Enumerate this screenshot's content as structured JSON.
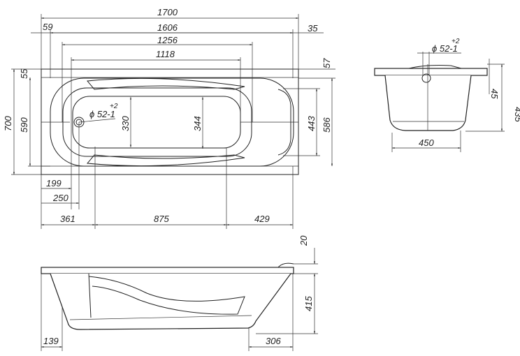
{
  "title": "Bathtub technical drawing 1700x700",
  "top_view": {
    "dims": {
      "length": "1700",
      "inner_length": "1606",
      "left_offset": "59",
      "right_offset": "35",
      "bowl_length": "1256",
      "bottom_length": "1118",
      "width": "700",
      "inner_width": "590",
      "top_rim": "55",
      "right_rim": "57",
      "bottom_width_left": "330",
      "bottom_width_right": "344",
      "headrest_width": "443",
      "right_inner_width": "586",
      "drain_x1": "199",
      "drain_x2": "250",
      "seg_left": "361",
      "seg_mid": "875",
      "seg_right": "429"
    },
    "drain": {
      "diameter": "ϕ 52-1",
      "tolerance": "+2"
    }
  },
  "end_view": {
    "dims": {
      "height": "435",
      "rim": "45",
      "bottom_width": "450"
    },
    "drain": {
      "diameter": "ϕ 52-1",
      "tolerance": "+2"
    }
  },
  "side_view": {
    "dims": {
      "top": "20",
      "height": "415",
      "left": "139",
      "right": "306"
    }
  }
}
